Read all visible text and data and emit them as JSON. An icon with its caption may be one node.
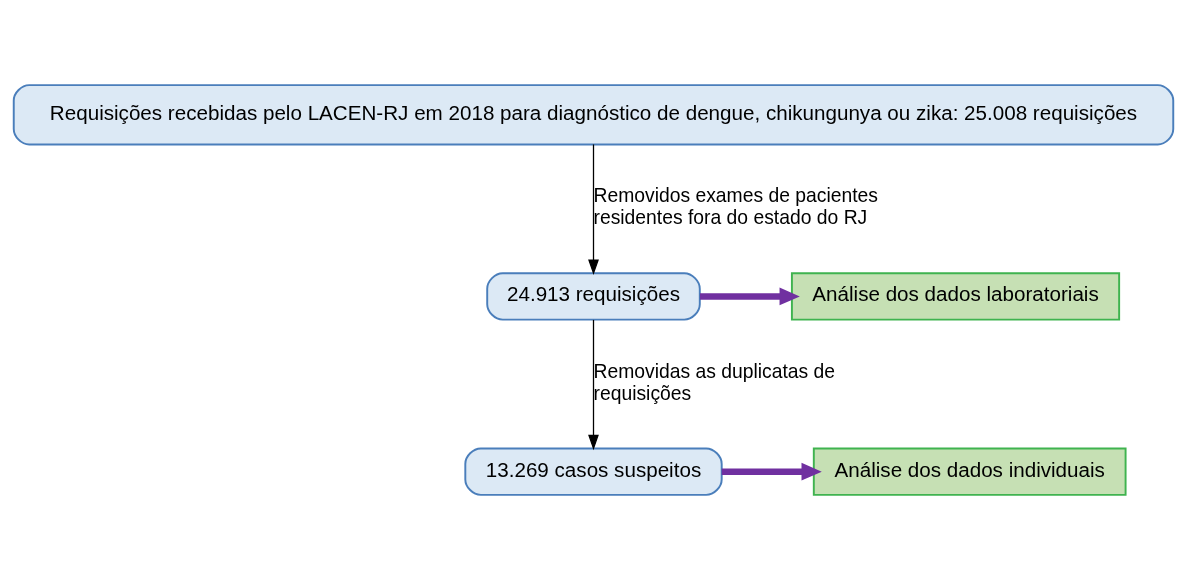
{
  "diagram": {
    "nodes": [
      {
        "text": [
          "Requisições recebidas pelo LACEN-RJ em 2018 para diagnóstico de dengue, chikungunya ou zika: 25.008 requisições"
        ]
      },
      {
        "text": [
          "24.913 requisições"
        ]
      },
      {
        "text": [
          "Análise dos dados laboratoriais"
        ]
      },
      {
        "text": [
          "13.269 casos suspeitos"
        ]
      },
      {
        "text": [
          "Análise dos dados individuais"
        ]
      }
    ],
    "edges": [
      {
        "from": 0,
        "to": 1,
        "arrow": "to",
        "label": "Removidos exames de pacientes residentes fora do estado do RJ"
      },
      {
        "from": 1,
        "to": 2,
        "arrow": "to",
        "style": "thick",
        "color": "#7030a0"
      },
      {
        "from": 1,
        "to": 3,
        "arrow": "to",
        "label": "Removidas as duplicatas de requisições"
      },
      {
        "from": 3,
        "to": 4,
        "arrow": "to",
        "style": "thick",
        "color": "#7030a0"
      }
    ]
  }
}
